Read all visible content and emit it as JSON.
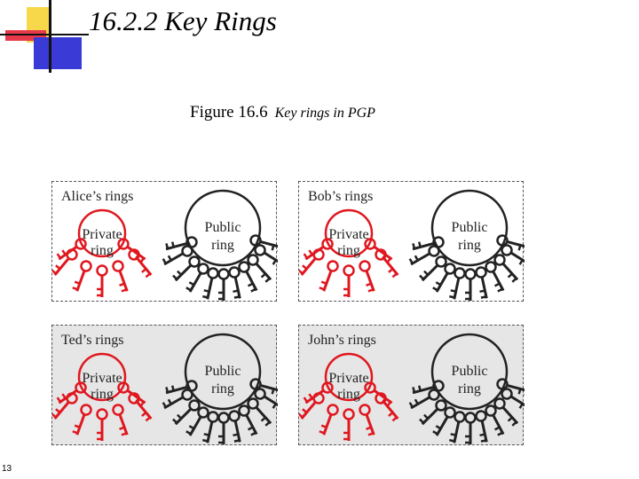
{
  "header": {
    "title": "16.2.2  Key Rings"
  },
  "figure": {
    "number": "Figure 16.6",
    "caption": "Key rings in PGP",
    "panels": [
      {
        "owner_label": "Alice’s rings",
        "private_ring_label": [
          "Private",
          "ring"
        ],
        "public_ring_label": [
          "Public",
          "ring"
        ]
      },
      {
        "owner_label": "Bob’s rings",
        "private_ring_label": [
          "Private",
          "ring"
        ],
        "public_ring_label": [
          "Public",
          "ring"
        ]
      },
      {
        "owner_label": "Ted’s rings",
        "private_ring_label": [
          "Private",
          "ring"
        ],
        "public_ring_label": [
          "Public",
          "ring"
        ]
      },
      {
        "owner_label": "John’s rings",
        "private_ring_label": [
          "Private",
          "ring"
        ],
        "public_ring_label": [
          "Public",
          "ring"
        ]
      }
    ]
  },
  "footer": {
    "page_number": "13"
  },
  "colors": {
    "private_key": "#e0171f",
    "public_key": "#222222",
    "accent_yellow": "#f6d84a",
    "accent_red": "#e8394a",
    "accent_blue": "#3a3ad6"
  },
  "icons": {
    "private_key": "key-icon",
    "public_key": "key-icon"
  }
}
